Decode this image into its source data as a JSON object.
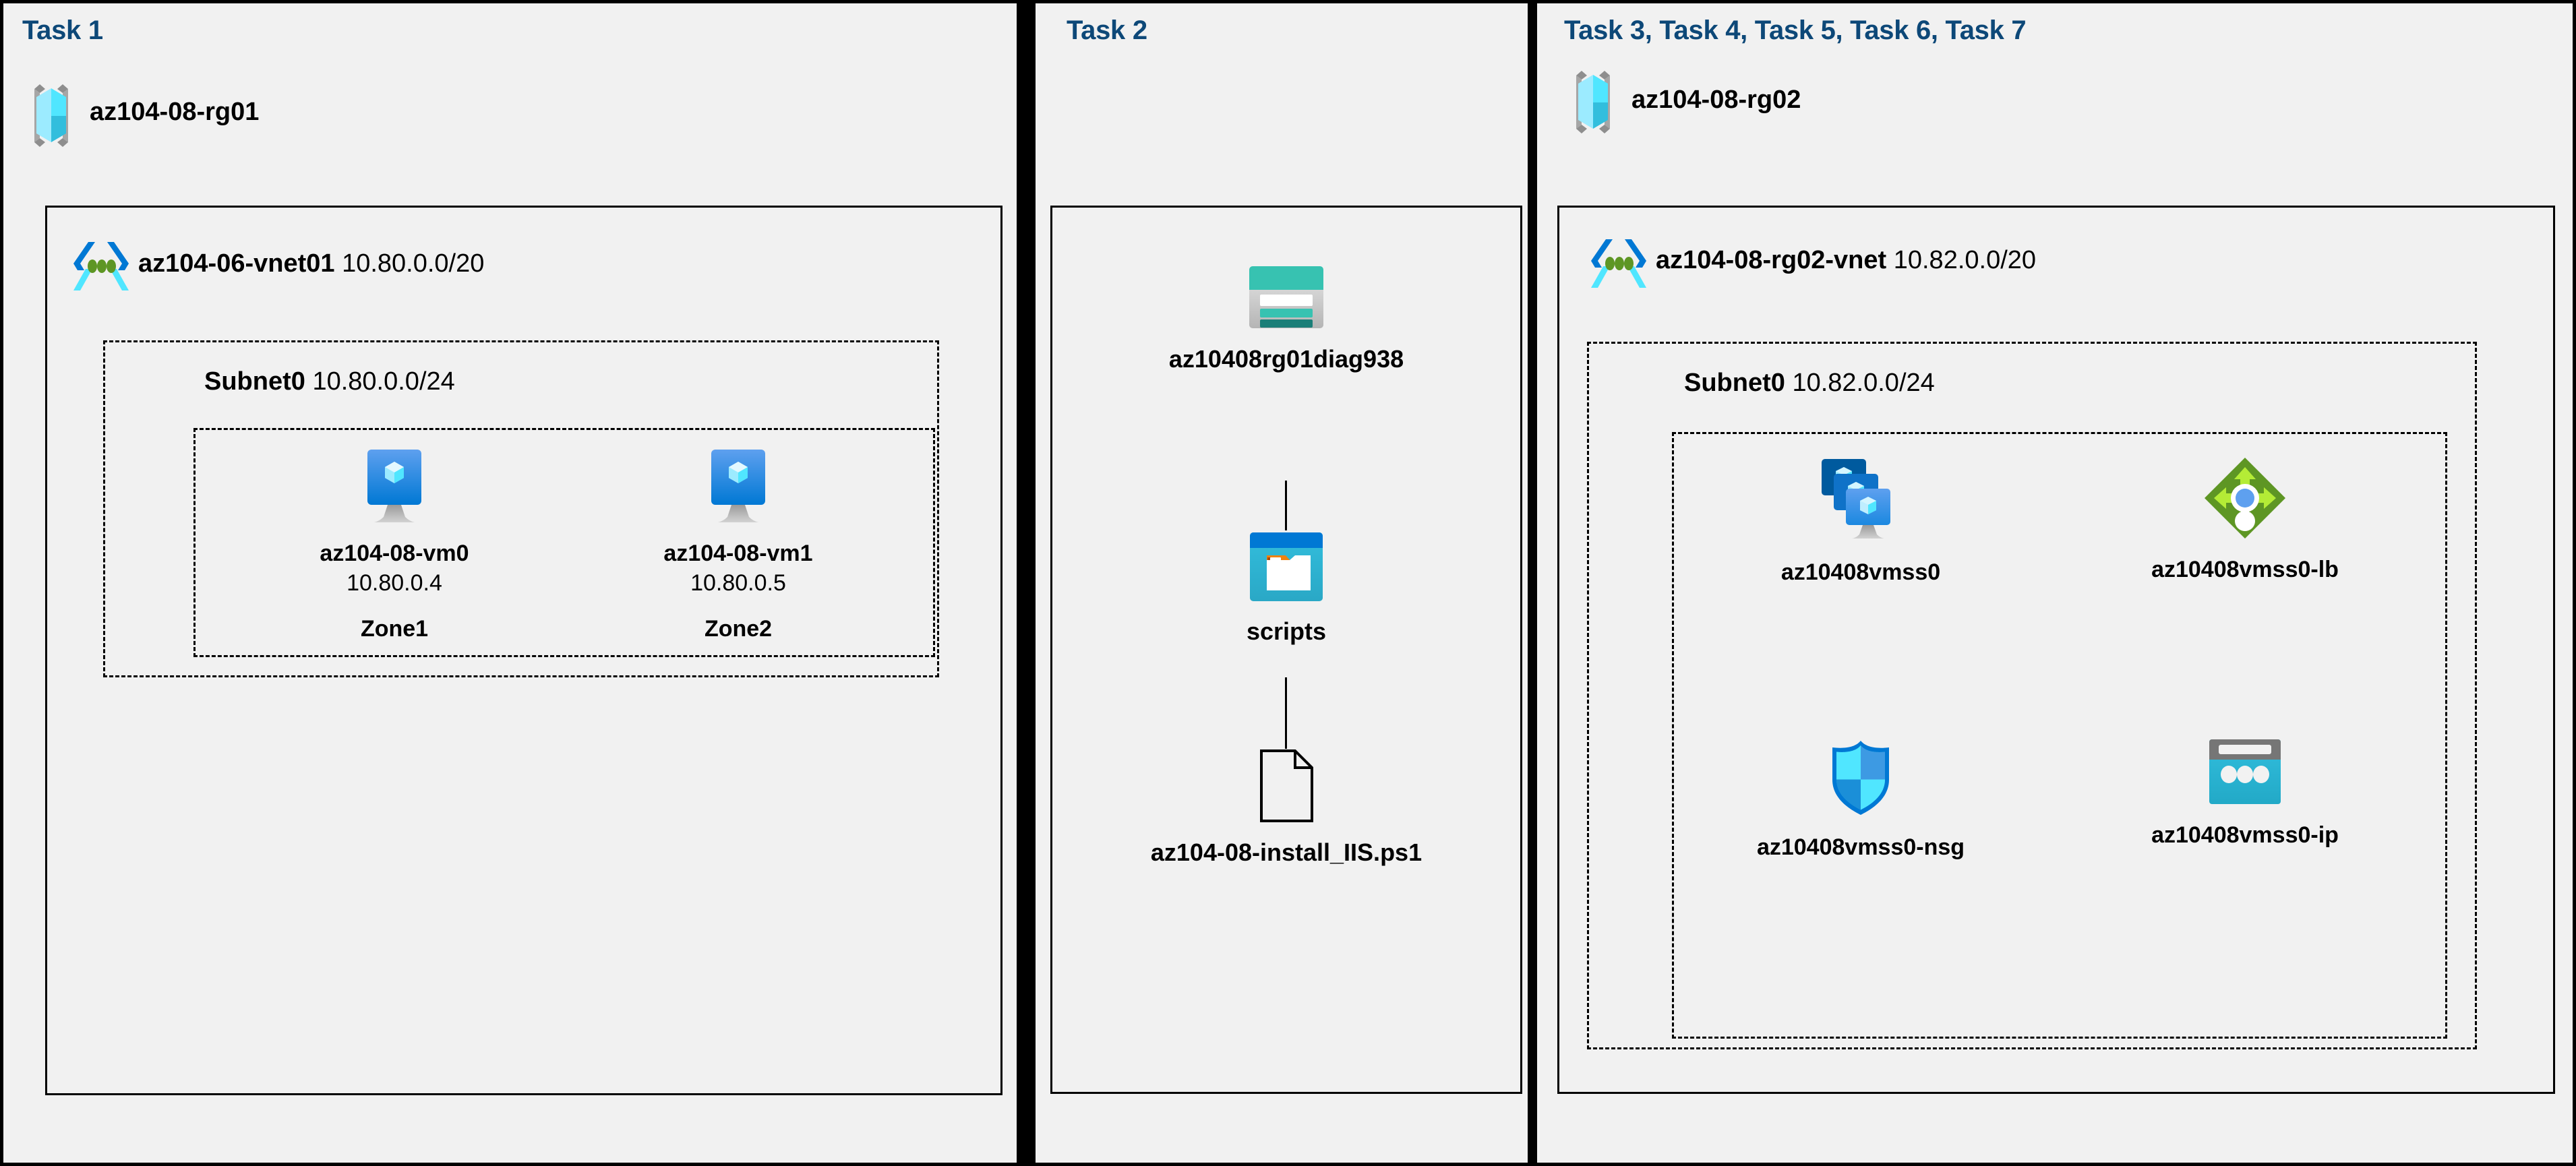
{
  "diagram": {
    "background": "#f1f1f1",
    "header_color": "#0d4878",
    "panels": [
      {
        "id": "task1",
        "header": "Task 1"
      },
      {
        "id": "task2",
        "header": "Task 2"
      },
      {
        "id": "task3",
        "header": "Task 3, Task 4, Task 5, Task 6, Task 7"
      }
    ]
  },
  "task1": {
    "header": "Task 1",
    "resource_group": {
      "name": "az104-08-rg01",
      "icon": "resource-group-icon"
    },
    "vnet": {
      "name": "az104-06-vnet01",
      "address_space": "10.80.0.0/20",
      "icon": "virtual-network-icon"
    },
    "subnet": {
      "name": "Subnet0",
      "address_prefix": "10.80.0.0/24"
    },
    "vms": [
      {
        "name": "az104-08-vm0",
        "ip": "10.80.0.4",
        "zone": "Zone1",
        "icon": "virtual-machine-icon"
      },
      {
        "name": "az104-08-vm1",
        "ip": "10.80.0.5",
        "zone": "Zone2",
        "icon": "virtual-machine-icon"
      }
    ]
  },
  "task2": {
    "header": "Task 2",
    "nodes": [
      {
        "name": "az10408rg01diag938",
        "icon": "storage-account-icon"
      },
      {
        "name": "scripts",
        "icon": "blob-container-icon"
      },
      {
        "name": "az104-08-install_IIS.ps1",
        "icon": "file-icon"
      }
    ]
  },
  "task3": {
    "header": "Task 3, Task 4, Task 5, Task 6, Task 7",
    "resource_group": {
      "name": "az104-08-rg02",
      "icon": "resource-group-icon"
    },
    "vnet": {
      "name": "az104-08-rg02-vnet",
      "address_space": "10.82.0.0/20",
      "icon": "virtual-network-icon"
    },
    "subnet": {
      "name": "Subnet0",
      "address_prefix": "10.82.0.0/24"
    },
    "resources": [
      {
        "name": "az10408vmss0",
        "icon": "vm-scale-set-icon"
      },
      {
        "name": "az10408vmss0-lb",
        "icon": "load-balancer-icon"
      },
      {
        "name": "az10408vmss0-nsg",
        "icon": "network-security-group-icon"
      },
      {
        "name": "az10408vmss0-ip",
        "icon": "public-ip-address-icon"
      }
    ]
  },
  "colors": {
    "header_blue": "#0d4878",
    "azure_cyan": "#32bedd",
    "azure_blue": "#0078d4",
    "vnet_green": "#5e9624",
    "lb_green": "#76bc2d",
    "storage_teal": "#37c2b1",
    "grey": "#9b9b9b",
    "border_black": "#000000"
  }
}
